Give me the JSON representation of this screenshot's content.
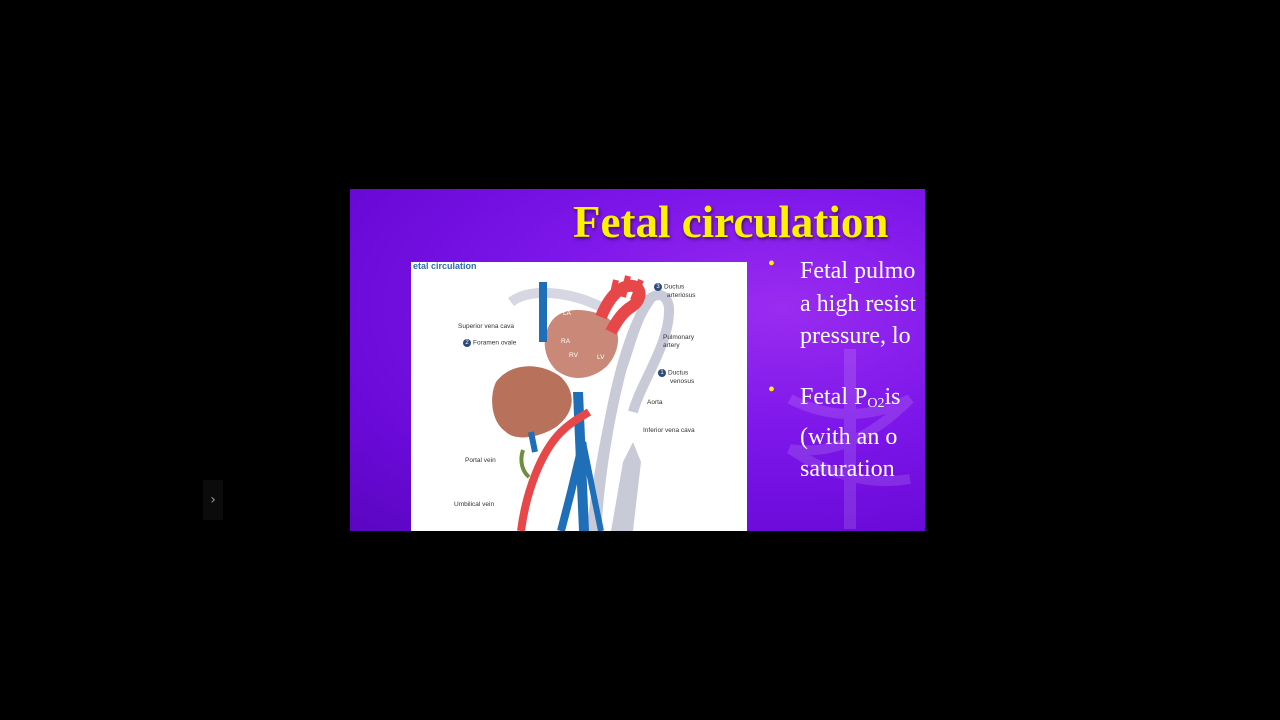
{
  "player": {
    "nav_arrow": "›"
  },
  "slide": {
    "title": "Fetal circulation",
    "figure": {
      "caption": "etal circulation",
      "labels": {
        "ductus_arteriosus_num": "3",
        "ductus_arteriosus": [
          "Ductus",
          "arteriosus"
        ],
        "superior_vena_cava": "Superior vena cava",
        "foramen_ovale_num": "2",
        "foramen_ovale": "Foramen ovale",
        "pulmonary_artery": [
          "Pulmonary",
          "artery"
        ],
        "ductus_venosus_num": "1",
        "ductus_venosus": [
          "Ductus",
          "venosus"
        ],
        "aorta": "Aorta",
        "inferior_vena_cava": "Inferior vena cava",
        "portal_vein": "Portal vein",
        "umbilical_vein": "Umbilical vein",
        "la": "LA",
        "ra": "RA",
        "rv": "RV",
        "lv": "LV"
      }
    },
    "bullets": [
      {
        "lines": [
          "Fetal pulmo",
          "a high resist",
          "pressure, lo"
        ]
      },
      {
        "line1_prefix": "Fetal P",
        "line1_sub": "O2",
        "line1_suffix": "is",
        "lines_rest": [
          "(with an o",
          "saturation"
        ]
      }
    ],
    "bullet_marker": "•"
  },
  "colors": {
    "slide_bg": "#7d16ea",
    "title": "#fff200",
    "bullet_marker": "#fff200",
    "artery": "#e8474a",
    "vein": "#1f6fb8"
  }
}
